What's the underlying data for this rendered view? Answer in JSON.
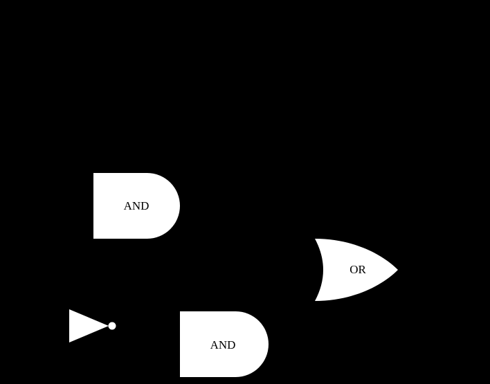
{
  "diagram": {
    "title": "logic-gate-circuit",
    "background_color": "#000000",
    "gate_fill_color": "#ffffff",
    "gate_label_color": "#000000",
    "gates": [
      {
        "id": "and-gate-top",
        "type": "AND",
        "label": "AND",
        "approx_center": "197,297"
      },
      {
        "id": "or-gate",
        "type": "OR",
        "label": "OR",
        "approx_center": "516,389"
      },
      {
        "id": "not-gate",
        "type": "NOT",
        "label": "",
        "approx_center": "130,471"
      },
      {
        "id": "and-gate-bottom",
        "type": "AND",
        "label": "AND",
        "approx_center": "322,498"
      }
    ]
  }
}
